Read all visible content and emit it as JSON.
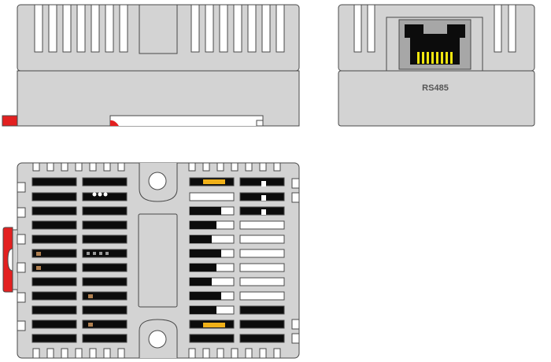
{
  "colors": {
    "body": "#d3d3d3",
    "stroke": "#4a4a4a",
    "slot": "#ffffff",
    "dark": "#0c0c0c",
    "clip": "#e32020",
    "jack": "#a7a7a7",
    "pin": "#f2e60f",
    "pad": "#f0b018"
  },
  "views": {
    "front": {
      "name": "front-view"
    },
    "side": {
      "name": "side-view",
      "port_label": "RS485"
    },
    "top": {
      "name": "top-view"
    }
  }
}
